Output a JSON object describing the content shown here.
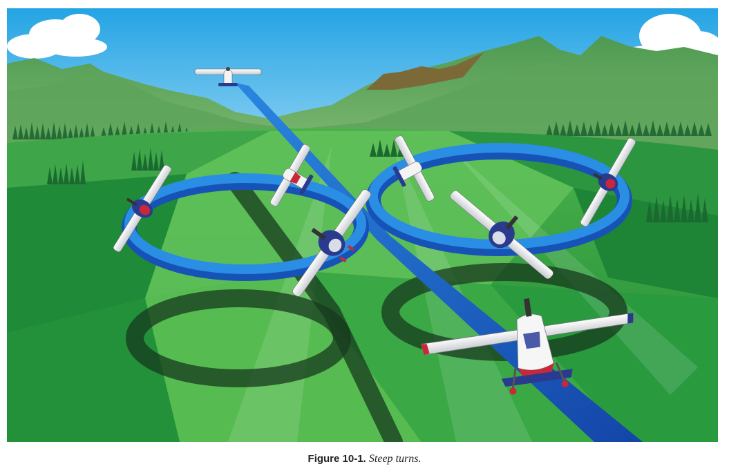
{
  "figure": {
    "number": "Figure 10-1.",
    "title": "Steep turns.",
    "description_icons": [
      "cloud",
      "mountain-range",
      "tree-line",
      "flight-path-figure-eight",
      "ground-shadow",
      "airplane"
    ]
  },
  "colors": {
    "sky_top": "#2aa9e6",
    "sky_bottom": "#9fd9f5",
    "mountain": "#5fa15a",
    "mountain_peak": "#7a6b3a",
    "field_dark": "#1f8f3a",
    "field_light": "#66c24a",
    "path_blue": "#1f6fd1",
    "path_blue_dark": "#1749a8",
    "shadow": "#173a1d",
    "airplane_white": "#f4f4f4",
    "airplane_accent": "#c8283a",
    "airplane_blue": "#2a3b8f"
  }
}
